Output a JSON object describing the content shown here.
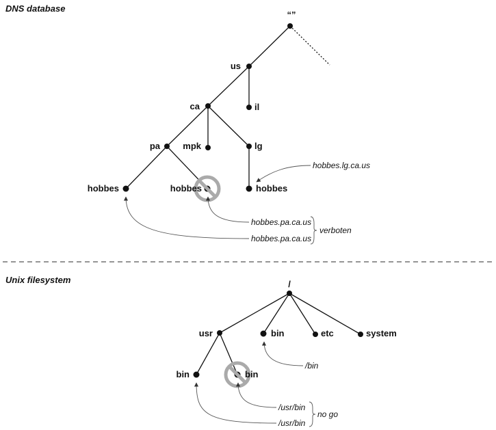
{
  "dns": {
    "title": "DNS database",
    "root_label": "“”",
    "nodes": {
      "us": "us",
      "ca": "ca",
      "il": "il",
      "pa": "pa",
      "mpk": "mpk",
      "lg": "lg",
      "hobbes_pa": "hobbes",
      "hobbes_mpk": "hobbes",
      "hobbes_lg": "hobbes"
    },
    "annotations": {
      "lg_name": "hobbes.lg.ca.us",
      "pa_name_1": "hobbes.pa.ca.us",
      "pa_name_2": "hobbes.pa.ca.us",
      "verdict": "verboten"
    }
  },
  "unix": {
    "title": "Unix filesystem",
    "root_label": "/",
    "nodes": {
      "usr": "usr",
      "bin_top": "bin",
      "etc": "etc",
      "system": "system",
      "usr_bin_1": "bin",
      "usr_bin_2": "bin"
    },
    "annotations": {
      "bin_path": "/bin",
      "usr_bin_1": "/usr/bin",
      "usr_bin_2": "/usr/bin",
      "verdict": "no go"
    }
  }
}
